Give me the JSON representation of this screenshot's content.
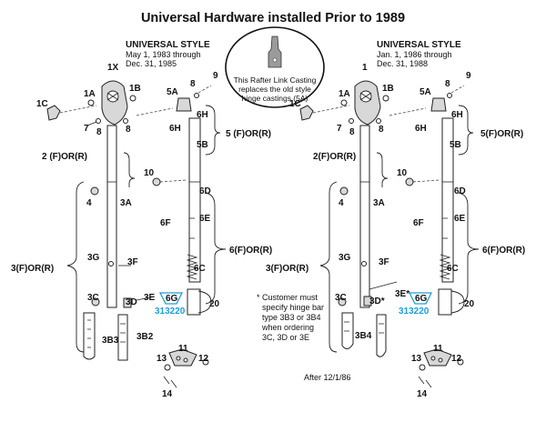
{
  "title": "Universal Hardware installed Prior to 1989",
  "callout": {
    "line1": "This Rafter Link Casting",
    "line2": "replaces the old style",
    "line3": "hinge castings (5A)"
  },
  "left": {
    "style": "UNIVERSAL STYLE",
    "date1": "May 1, 1983  through",
    "date2": "Dec. 31, 1985",
    "labels": {
      "p1x": "1X",
      "p1a": "1A",
      "p1b": "1B",
      "p1c": "1C",
      "p7": "7",
      "p8a": "8",
      "p8b": "8",
      "p8c": "8",
      "p9": "9",
      "p5a": "5A",
      "p6h1": "6H",
      "p6h2": "6H",
      "p5": "5 (F)OR(R)",
      "p5b": "5B",
      "p2": "2 (F)OR(R)",
      "p10": "10",
      "p6d": "6D",
      "p4": "4",
      "p3a": "3A",
      "p6f": "6F",
      "p6e": "6E",
      "p6": "6(F)OR(R)",
      "p3g": "3G",
      "p3f": "3F",
      "p3": "3(F)OR(R)",
      "p6c": "6C",
      "p3c": "3C",
      "p3e": "3E",
      "p6g": "6G",
      "p3d": "3D",
      "p20": "20",
      "p3b3": "3B3",
      "p3b2": "3B2",
      "p11": "11",
      "p13": "13",
      "p12": "12",
      "p14": "14"
    },
    "part_number": "313220"
  },
  "right": {
    "style": "UNIVERSAL STYLE",
    "date1": "Jan. 1, 1986  through",
    "date2": "Dec.  31, 1988",
    "labels": {
      "p1": "1",
      "p1a": "1A",
      "p1b": "1B",
      "p1c": "1C",
      "p7": "7",
      "p8a": "8",
      "p8b": "8",
      "p8c": "8",
      "p9": "9",
      "p5a": "5A",
      "p6h1": "6H",
      "p6h2": "6H",
      "p5": "5(F)OR(R)",
      "p5b": "5B",
      "p2": "2(F)OR(R)",
      "p10": "10",
      "p6d": "6D",
      "p4": "4",
      "p3a": "3A",
      "p6f": "6F",
      "p6e": "6E",
      "p6": "6(F)OR(R)",
      "p3g": "3G",
      "p3f": "3F",
      "p3": "3(F)OR(R)",
      "p6c": "6C",
      "p3c": "3C",
      "p3e": "3E*",
      "p6g": "6G",
      "p3d": "3D*",
      "p20": "20",
      "p3b4": "3B4",
      "p11": "11",
      "p13": "13",
      "p12": "12",
      "p14": "14"
    },
    "part_number": "313220"
  },
  "note": {
    "line1": "* Customer must",
    "line2": "specify hinge bar",
    "line3": "type 3B3 or 3B4",
    "line4": "when ordering",
    "line5": "3C, 3D or 3E"
  },
  "after_note": "After 12/1/86"
}
